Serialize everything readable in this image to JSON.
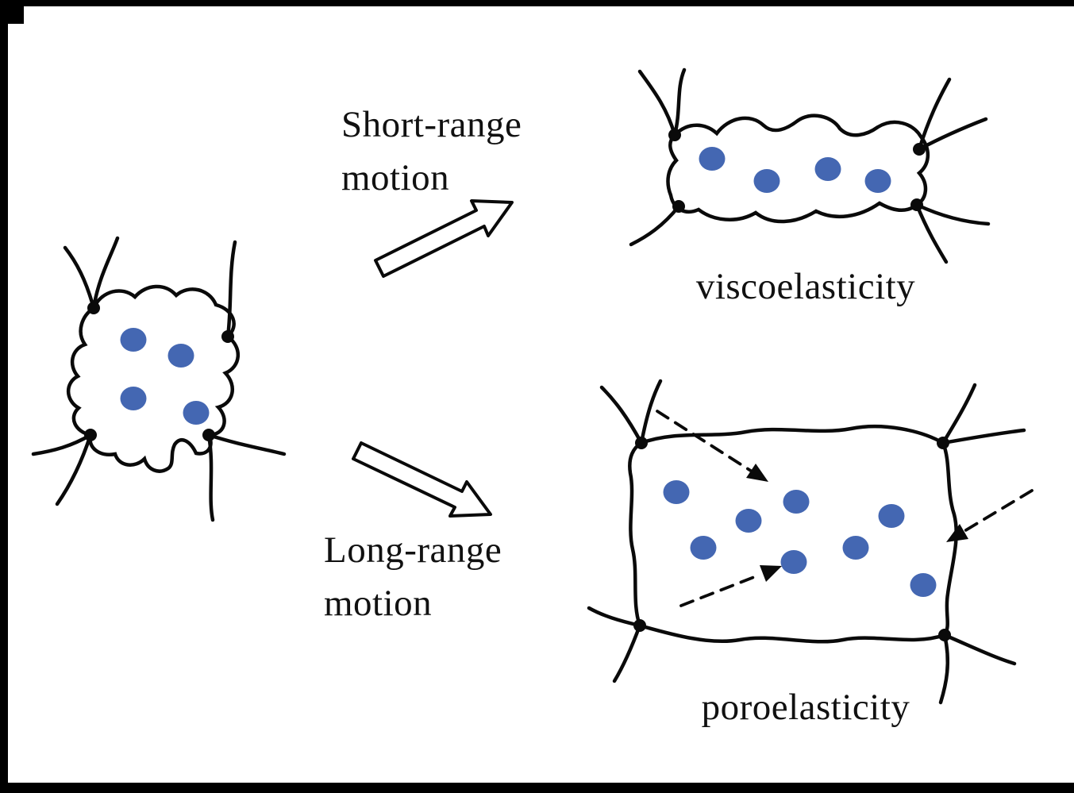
{
  "colors": {
    "solvent_blue": "#4467b2",
    "ink": "#0a0a0a",
    "background": "#ffffff"
  },
  "labels": {
    "short_range_line1": "Short-range",
    "short_range_line2": "motion",
    "long_range_line1": "Long-range",
    "long_range_line2": "motion",
    "viscoelasticity": "viscoelasticity",
    "poroelasticity": "poroelasticity"
  },
  "panels": {
    "initial_network": {
      "solvent_molecule_count": 4
    },
    "viscoelastic_network": {
      "solvent_molecule_count": 4
    },
    "poroelastic_network": {
      "solvent_molecule_count": 8,
      "migration_arrow_count": 3
    }
  }
}
